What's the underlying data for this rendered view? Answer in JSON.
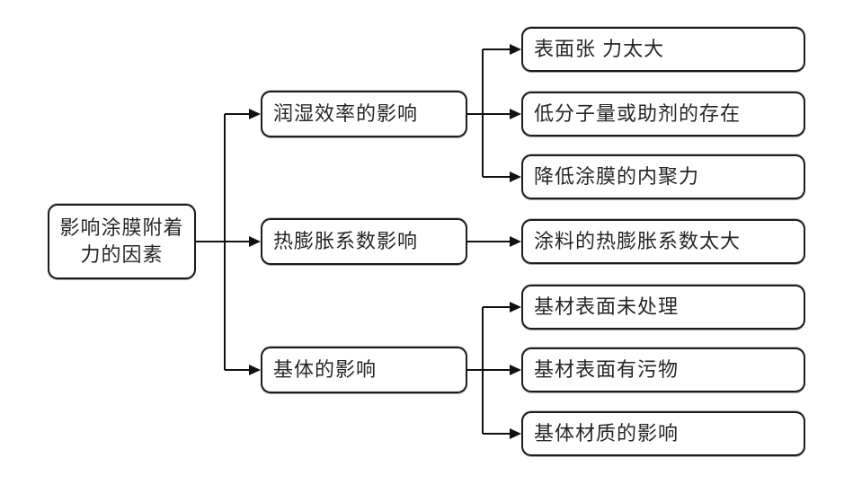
{
  "tree": {
    "root": {
      "label": "影响涂膜附着力的因素",
      "label_lines": [
        "影响涂膜附着",
        "力的因素"
      ]
    },
    "branches": [
      {
        "label": "润湿效率的影响",
        "children": [
          "表面张 力太大",
          "低分子量或助剂的存在",
          "降低涂膜的内聚力"
        ]
      },
      {
        "label": "热膨胀系数影响",
        "children": [
          "涂料的热膨胀系数太大"
        ]
      },
      {
        "label": "基体的影响",
        "children": [
          "基材表面未处理",
          "基材表面有污物",
          "基体材质的影响"
        ]
      }
    ]
  },
  "colors": {
    "background": "#ffffff",
    "node_fill": "#ffffff",
    "node_border": "#1c1c1c",
    "connector": "#111111",
    "text": "#262626"
  }
}
